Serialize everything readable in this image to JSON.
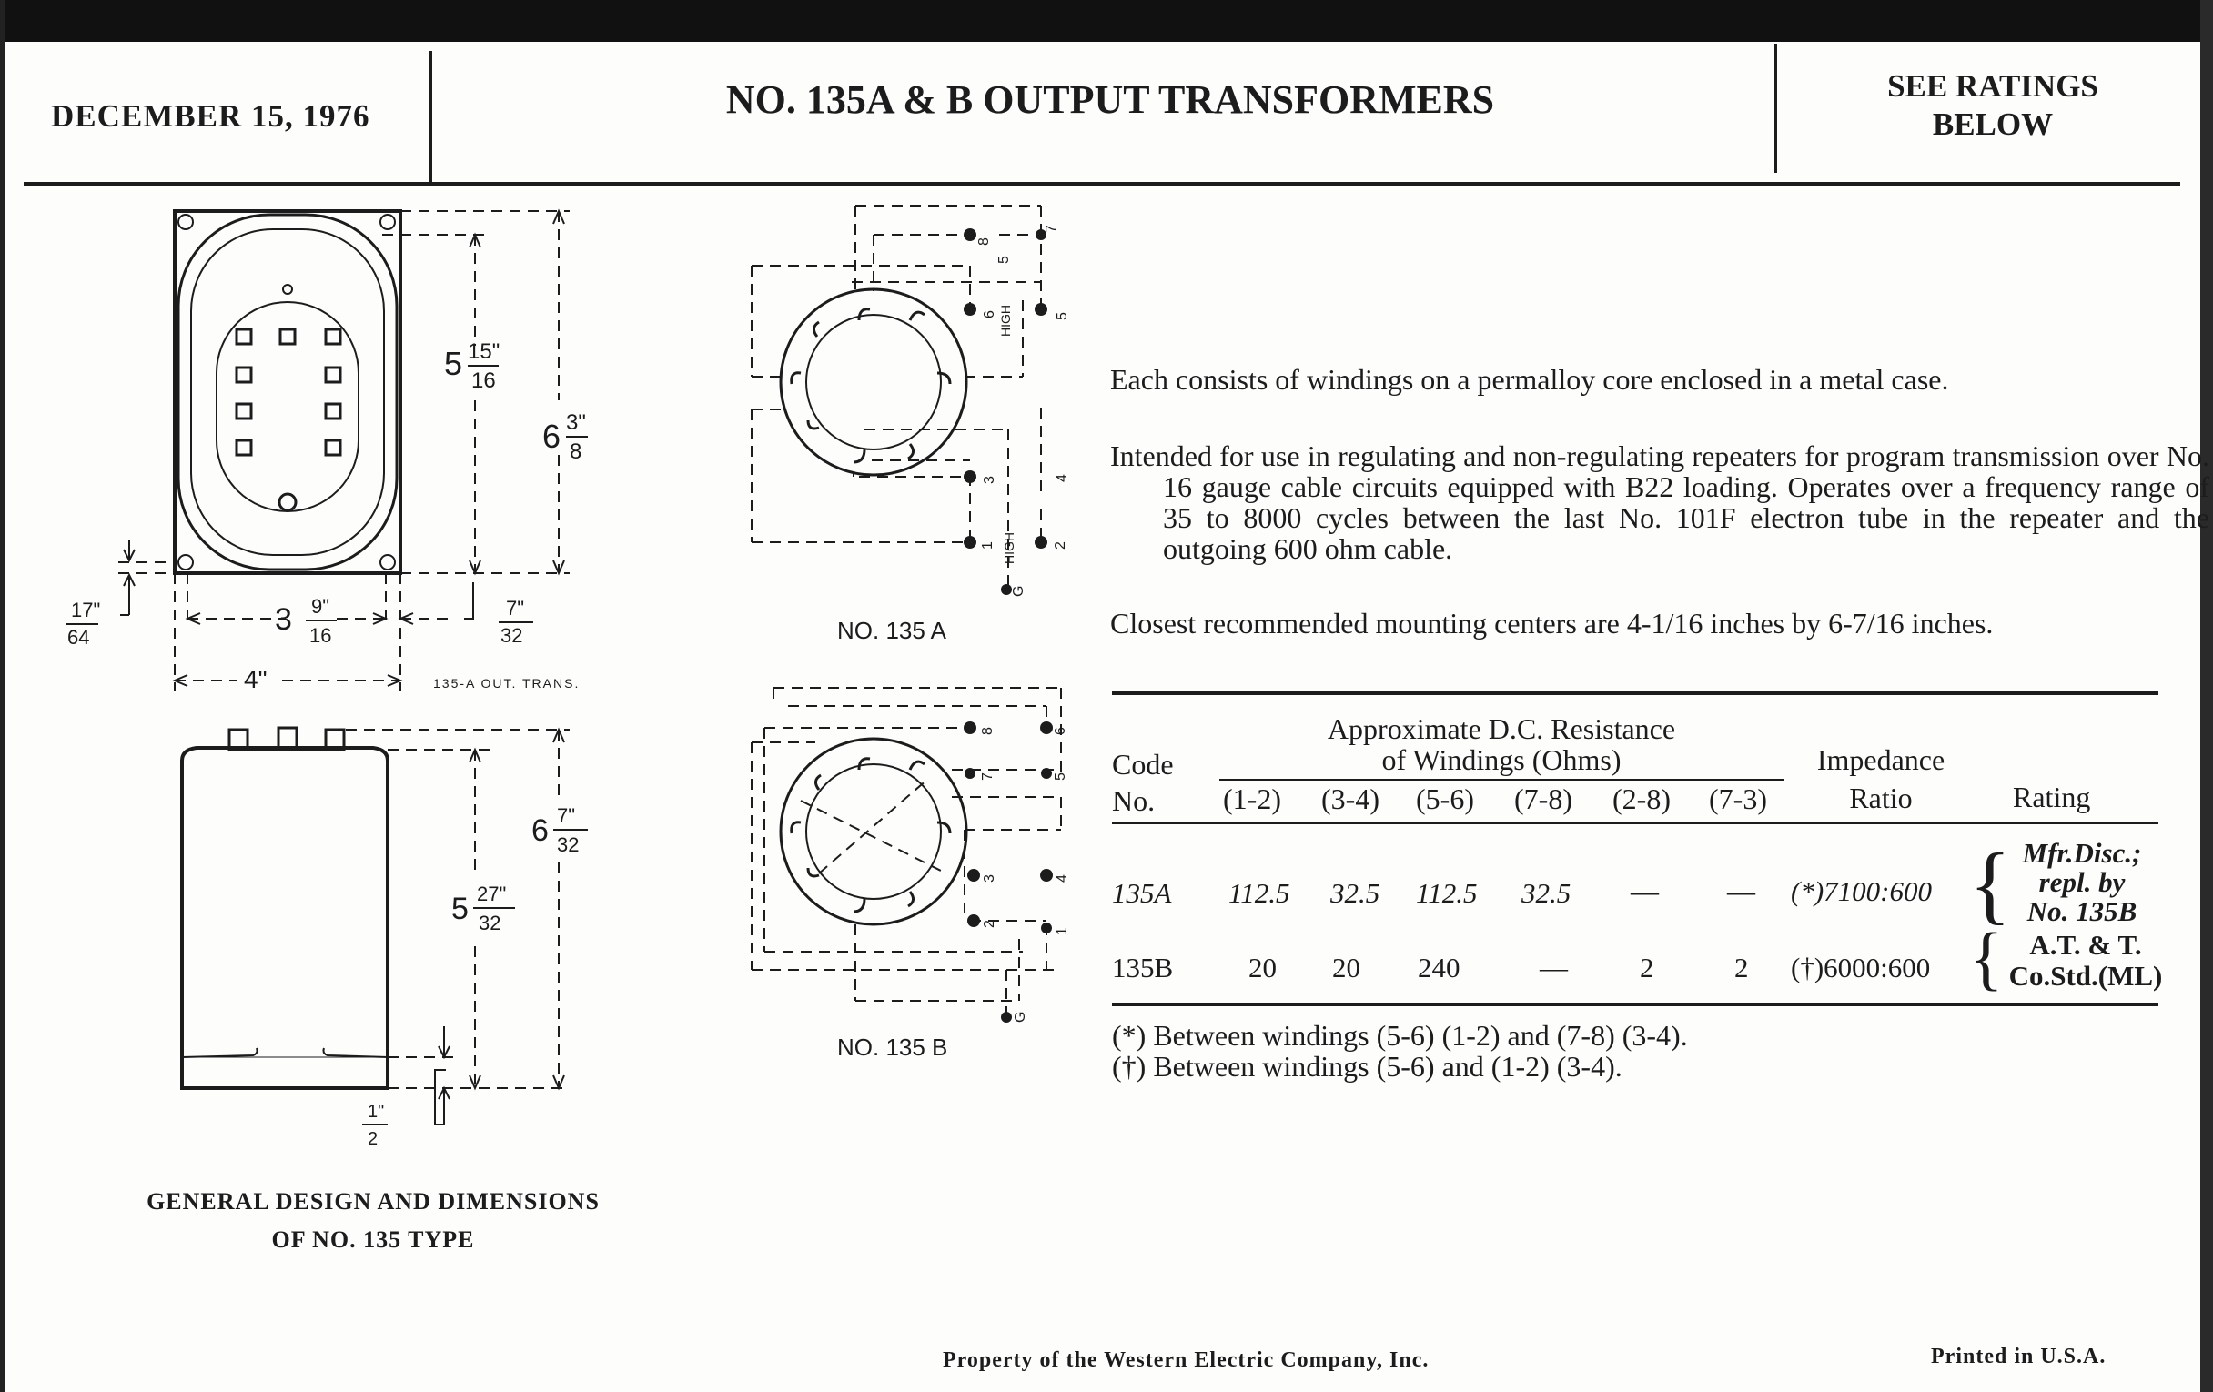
{
  "header": {
    "date": "DECEMBER 15, 1976",
    "title": "NO. 135A & B OUTPUT TRANSFORMERS",
    "ratings_line1": "SEE RATINGS",
    "ratings_line2": "BELOW"
  },
  "drawing": {
    "dim_height_total": "6",
    "dim_height_total_frac_num": "3\"",
    "dim_height_total_frac_den": "8",
    "dim_height_inner": "5",
    "dim_height_inner_frac_num": "15\"",
    "dim_height_inner_frac_den": "16",
    "dim_width_inner": "3",
    "dim_width_inner_frac_num": "9\"",
    "dim_width_inner_frac_den": "16",
    "dim_width_total": "4\"",
    "dim_right_offset_num": "7\"",
    "dim_right_offset_den": "32",
    "dim_left_offset_num": "17\"",
    "dim_left_offset_den": "64",
    "plate_label": "135-A OUT. TRANS.",
    "side_height_total": "6",
    "side_height_total_num": "7\"",
    "side_height_total_den": "32",
    "side_height_inner": "5",
    "side_height_inner_num": "27\"",
    "side_height_inner_den": "32",
    "side_base_num": "1\"",
    "side_base_den": "2",
    "caption_line1": "GENERAL DESIGN AND DIMENSIONS",
    "caption_line2": "OF NO. 135 TYPE",
    "schematic_a_label": "NO. 135 A",
    "schematic_b_label": "NO. 135 B",
    "high_label": "HIGH",
    "ground_label": "G",
    "terminal_labels_a": [
      "8",
      "7",
      "5",
      "6",
      "5",
      "3",
      "4",
      "1",
      "2"
    ],
    "terminal_labels_b": [
      "8",
      "6",
      "7",
      "5",
      "3",
      "4",
      "2",
      "1"
    ]
  },
  "description": {
    "p1": "Each consists of windings on a permalloy core enclosed in a metal case.",
    "p2": "Intended for use in regulating and non-regulating repeaters for program transmission over No. 16 gauge cable circuits equipped with B22 loading. Operates over a frequency range of 35 to 8000 cycles between the last No. 101F electron tube in the repeater and the outgoing 600 ohm cable.",
    "p3": "Closest recommended mounting centers are 4-1/16 inches by 6-7/16 inches."
  },
  "table": {
    "group_header_line1": "Approximate D.C. Resistance",
    "group_header_line2": "of Windings (Ohms)",
    "code_header_line1": "Code",
    "code_header_line2": "No.",
    "impedance_header_line1": "Impedance",
    "impedance_header_line2": "Ratio",
    "rating_header": "Rating",
    "winding_headers": [
      "(1-2)",
      "(3-4)",
      "(5-6)",
      "(7-8)",
      "(2-8)",
      "(7-3)"
    ],
    "rows": [
      {
        "code": "135A",
        "values": [
          "112.5",
          "32.5",
          "112.5",
          "32.5",
          "—",
          "—"
        ],
        "impedance": "(*)7100:600",
        "rating_line1": "Mfr.Disc.;",
        "rating_line2": "repl. by",
        "rating_line3": "No. 135B"
      },
      {
        "code": "135B",
        "values": [
          "20",
          "20",
          "240",
          "—",
          "2",
          "2"
        ],
        "impedance": "(†)6000:600",
        "rating_line1": "A.T. & T.",
        "rating_line2": "Co.Std.(ML)",
        "rating_line3": ""
      }
    ],
    "footnote_1": "(*)  Between windings (5-6) (1-2) and (7-8) (3-4).",
    "footnote_2": "(†)  Between windings (5-6) and (1-2) (3-4)."
  },
  "footer": {
    "property": "Property of the Western Electric Company, Inc.",
    "printed": "Printed in U.S.A."
  }
}
